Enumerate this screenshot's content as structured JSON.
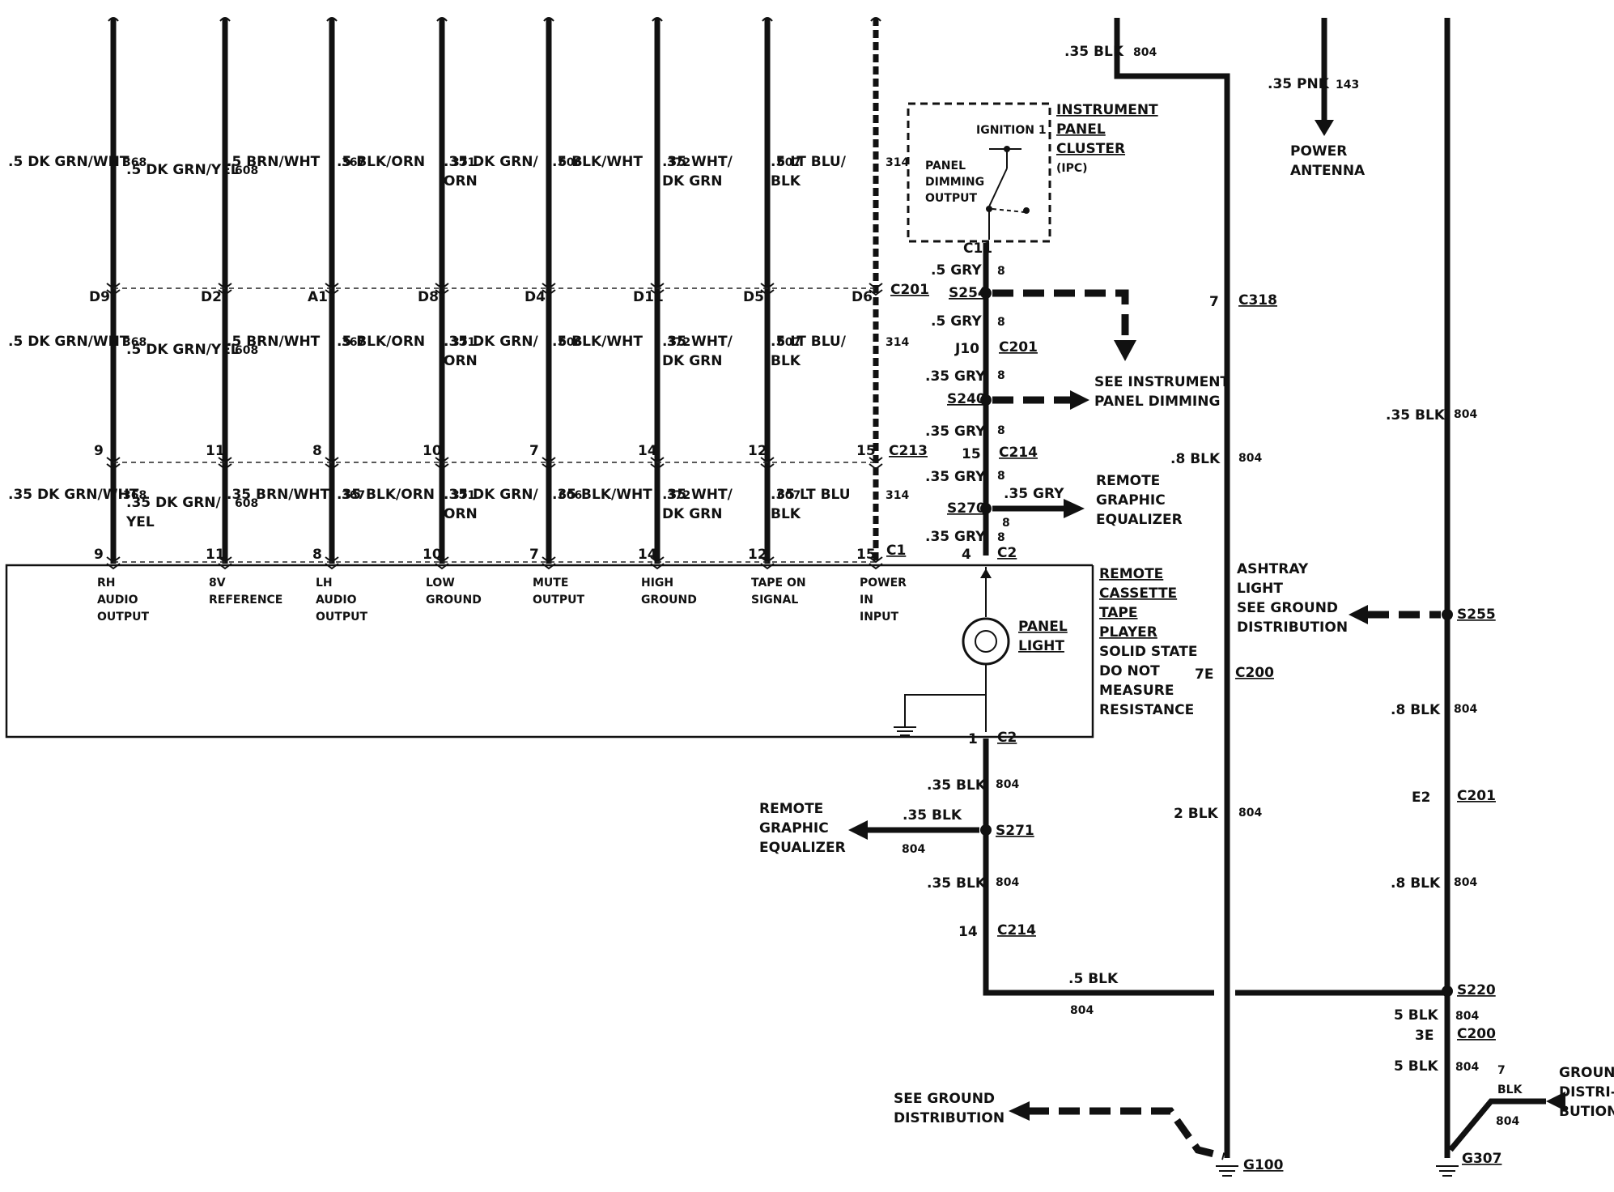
{
  "header_wires": [
    {
      "label": ".35 BLK",
      "circuit": "804"
    },
    {
      "label": ".35 PNK",
      "circuit": "143"
    }
  ],
  "power_antenna": [
    "POWER",
    "ANTENNA"
  ],
  "columns": [
    {
      "top_label": [
        ".5 DK GRN/WHT"
      ],
      "top_circuit": "368",
      "c201_pin": "D9",
      "mid_label": [
        ".5 DK GRN/WHT"
      ],
      "mid_circuit": "368",
      "c213_pin": "9",
      "low_label": [
        ".35 DK GRN/WHT"
      ],
      "low_circuit": "368",
      "c1_pin": "9",
      "terminal": [
        "RH",
        "AUDIO",
        "OUTPUT"
      ]
    },
    {
      "top_label": [
        ".5 DK GRN/YEL"
      ],
      "top_circuit": "608",
      "c201_pin": "D2",
      "mid_label": [
        ".5 DK GRN/YEL"
      ],
      "mid_circuit": "608",
      "c213_pin": "11",
      "low_label": [
        ".35 DK GRN/",
        "YEL"
      ],
      "low_circuit": "608",
      "c1_pin": "11",
      "terminal": [
        "8V",
        "REFERENCE"
      ]
    },
    {
      "top_label": [
        ".5 BRN/WHT"
      ],
      "top_circuit": "367",
      "c201_pin": "A1",
      "mid_label": [
        ".5 BRN/WHT"
      ],
      "mid_circuit": "367",
      "c213_pin": "8",
      "low_label": [
        ".35 BRN/WHT"
      ],
      "low_circuit": "367",
      "c1_pin": "8",
      "terminal": [
        "LH",
        "AUDIO",
        "OUTPUT"
      ]
    },
    {
      "top_label": [
        ".5 BLK/ORN"
      ],
      "top_circuit": "371",
      "c201_pin": "D8",
      "mid_label": [
        ".5 BLK/ORN"
      ],
      "mid_circuit": "371",
      "c213_pin": "10",
      "low_label": [
        ".35 BLK/ORN"
      ],
      "low_circuit": "371",
      "c1_pin": "10",
      "terminal": [
        "LOW",
        "GROUND"
      ]
    },
    {
      "top_label": [
        ".35 DK GRN/",
        "ORN"
      ],
      "top_circuit": "606",
      "c201_pin": "D4",
      "mid_label": [
        ".35 DK GRN/",
        "ORN"
      ],
      "mid_circuit": "606",
      "c213_pin": "7",
      "low_label": [
        ".35 DK GRN/",
        "ORN"
      ],
      "low_circuit": "606",
      "c1_pin": "7",
      "terminal": [
        "MUTE",
        "OUTPUT"
      ]
    },
    {
      "top_label": [
        ".5 BLK/WHT"
      ],
      "top_circuit": "372",
      "c201_pin": "D11",
      "mid_label": [
        ".5 BLK/WHT"
      ],
      "mid_circuit": "372",
      "c213_pin": "14",
      "low_label": [
        ".35 BLK/WHT"
      ],
      "low_circuit": "372",
      "c1_pin": "14",
      "terminal": [
        "HIGH",
        "GROUND"
      ]
    },
    {
      "top_label": [
        ".35 WHT/",
        "DK GRN"
      ],
      "top_circuit": "607",
      "c201_pin": "D5",
      "mid_label": [
        ".35 WHT/",
        "DK GRN"
      ],
      "mid_circuit": "607",
      "c213_pin": "12",
      "low_label": [
        ".35 WHT/",
        "DK GRN"
      ],
      "low_circuit": "607",
      "c1_pin": "12",
      "terminal": [
        "TAPE  ON",
        "SIGNAL"
      ]
    },
    {
      "top_label": [
        ".5 LT BLU/",
        "BLK"
      ],
      "top_circuit": "314",
      "c201_pin": "D6",
      "mid_label": [
        ".5 LT BLU/",
        "BLK"
      ],
      "mid_circuit": "314",
      "c213_pin": "15",
      "low_label": [
        ".35 LT BLU",
        "BLK"
      ],
      "low_circuit": "314",
      "c1_pin": "15",
      "terminal": [
        "POWER",
        "IN",
        "INPUT"
      ]
    }
  ],
  "connectors": {
    "c201": "C201",
    "c213": "C213",
    "c1": "C1",
    "c2": "C2",
    "c11": "C11",
    "c214": "C214",
    "c318": "C318",
    "c200": "C200"
  },
  "ipc": {
    "title": [
      "INSTRUMENT",
      "PANEL",
      "CLUSTER",
      "(IPC)"
    ],
    "ignition": "IGNITION 1",
    "dimming": [
      "PANEL",
      "DIMMING",
      "OUTPUT"
    ]
  },
  "dimming_circuit": {
    "c11_pin": "8",
    "wire_a": ".5 GRY",
    "s254": "S254",
    "wire_b": ".5 GRY",
    "j10": "J10",
    "wire_c": ".35 GRY",
    "s240": "S240",
    "wire_d": ".35 GRY",
    "c214_pin": "15",
    "wire_e": ".35 GRY",
    "s270": "S270",
    "wire_f": ".35 GRY",
    "c2_pin": "4",
    "branch_wire": ".35 GRY",
    "circuit": "8"
  },
  "see_instrument": [
    "SEE INSTRUMENT",
    "PANEL DIMMING"
  ],
  "remote_eq_right": [
    "REMOTE",
    "GRAPHIC",
    "EQUALIZER"
  ],
  "player": {
    "title": [
      "REMOTE",
      "CASSETTE",
      "TAPE",
      "PLAYER"
    ],
    "note": [
      "SOLID STATE",
      "DO NOT",
      "MEASURE",
      "RESISTANCE"
    ],
    "panel_light": [
      "PANEL",
      "LIGHT"
    ]
  },
  "ground_circuit": {
    "c2_pin": "1",
    "wire_a": ".35 BLK",
    "circuit": "804",
    "s271": "S271",
    "branch_wire": ".35 BLK",
    "wire_b": ".35 BLK",
    "c214_pin": "14",
    "join_wire": ".5 BLK"
  },
  "remote_eq_left": [
    "REMOTE",
    "GRAPHIC",
    "EQUALIZER"
  ],
  "main_ground": {
    "c318_pin": "7",
    "wire_a": ".8 BLK",
    "c200_pin": "7E",
    "wire_b": "2 BLK",
    "circuit": "804",
    "g100": "G100"
  },
  "see_ground_bottom": [
    "SEE GROUND",
    "DISTRIBUTION"
  ],
  "ashtray": [
    "ASHTRAY",
    "LIGHT",
    "SEE GROUND",
    "DISTRIBUTION"
  ],
  "right_ground": {
    "wire_a": ".35 BLK",
    "s255": "S255",
    "wire_b": ".8 BLK",
    "c201_pin": "E2",
    "c201": "C201",
    "wire_c": ".8 BLK",
    "s220": "S220",
    "wire_d": "5 BLK",
    "c200_pin": "3E",
    "c200": "C200",
    "wire_e": "5 BLK",
    "circuit": "804",
    "g307": "G307",
    "branch_wire": "7",
    "branch_color": "BLK"
  },
  "ground_dist_right": [
    "GROUND",
    "DISTRI-",
    "BUTION"
  ]
}
